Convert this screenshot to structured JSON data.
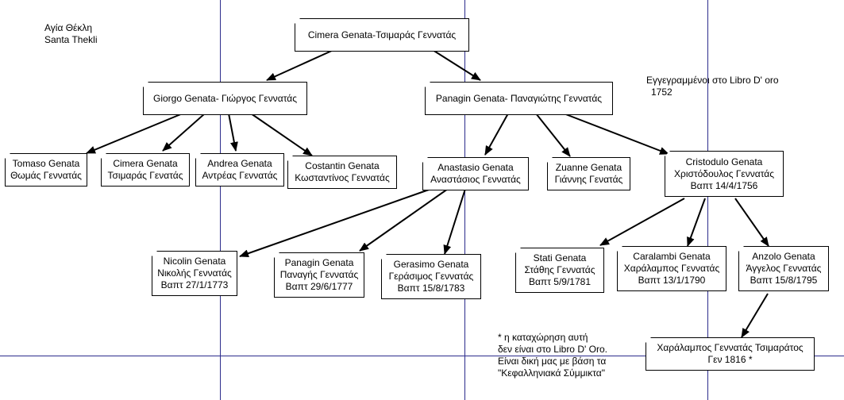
{
  "header_note": {
    "line1": "Αγία Θέκλη",
    "line2": "Santa Thekli"
  },
  "libro_note": {
    "line1": "Εγγεγραμμένοι στο Libro D' oro",
    "line2": "1752"
  },
  "footnote": {
    "line1": "* η καταχώρηση αυτή",
    "line2": "δεν είναι στο Libro D' Oro.",
    "line3": "Είναι δική μας με βάση τα",
    "line4": "\"Κεφαλληνιακά Σύμμικτα\""
  },
  "nodes": {
    "root": {
      "lines": [
        "Cimera Genata-Τσιμαράς Γεννατάς"
      ]
    },
    "giorgo": {
      "lines": [
        "Giorgo Genata- Γιώργος Γεννατάς"
      ]
    },
    "panagin": {
      "lines": [
        "Panagin Genata- Παναγιώτης Γεννατάς"
      ]
    },
    "tomaso": {
      "lines": [
        "Tomaso Genata",
        "Θωμάς Γεννατάς"
      ]
    },
    "cimera2": {
      "lines": [
        "Cimera Genata",
        "Τσιμαράς Γενατάς"
      ]
    },
    "andrea": {
      "lines": [
        "Andrea Genata",
        "Αντρέας Γεννατάς"
      ]
    },
    "costantin": {
      "lines": [
        "Costantin Genata",
        "Κωσταντίνος Γεννατάς"
      ]
    },
    "anastasio": {
      "lines": [
        "Anastasio Genata",
        "Αναστάσιος Γεννατάς"
      ]
    },
    "zuanne": {
      "lines": [
        "Zuanne Genata",
        "Γιάννης Γενατάς"
      ]
    },
    "cristodulo": {
      "lines": [
        "Cristodulo Genata",
        "Χριστόδουλος Γεννατάς",
        "Βαπτ 14/4/1756"
      ]
    },
    "nicolin": {
      "lines": [
        "Nicolin Genata",
        "Νικολής Γεννατάς",
        "Βαπτ 27/1/1773"
      ]
    },
    "panagin2": {
      "lines": [
        "Panagin Genata",
        "Παναγής Γεννατάς",
        "Βαπτ 29/6/1777"
      ]
    },
    "gerasimo": {
      "lines": [
        "Gerasimo Genata",
        "Γεράσιμος Γεννατάς",
        "Βαπτ 15/8/1783"
      ]
    },
    "stati": {
      "lines": [
        "Stati Genata",
        "Στάθης Γεννατάς",
        "Βαπτ 5/9/1781"
      ]
    },
    "caralambi": {
      "lines": [
        "Caralambi Genata",
        "Χαράλαμπος Γεννατάς",
        "Βαπτ 13/1/1790"
      ]
    },
    "anzolo": {
      "lines": [
        "Anzolo Genata",
        "Άγγελος Γεννατάς",
        "Βαπτ 15/8/1795"
      ]
    },
    "charalambos": {
      "lines": [
        "Χαράλαμπος Γεννατάς Τσιμαράτος",
        "Γεν 1816 *"
      ]
    }
  }
}
